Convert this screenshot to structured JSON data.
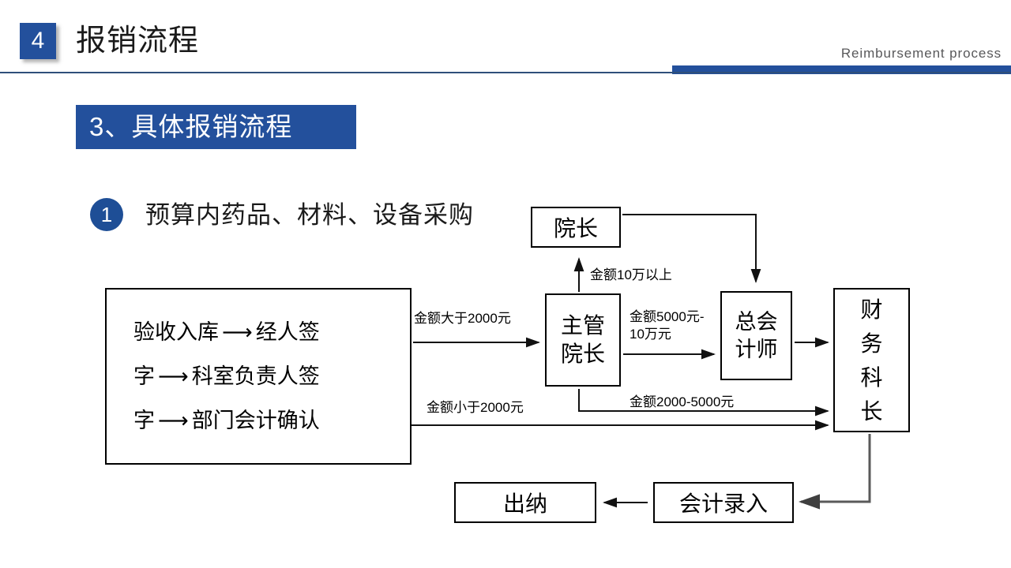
{
  "header": {
    "number": "4",
    "title": "报销流程",
    "subtitle": "Reimbursement process",
    "accent_color": "#23509c",
    "rule_color": "#2f4f7a",
    "subtitle_color": "#58585a"
  },
  "section": {
    "title": "3、具体报销流程",
    "bg_color": "#23509c",
    "text_color": "#ffffff"
  },
  "item": {
    "number": "1",
    "label": "预算内药品、材料、设备采购",
    "circle_color": "#1e4e96"
  },
  "flow": {
    "intake_box": {
      "line1_a": "验收入库",
      "line1_arrow": "⟶",
      "line1_b": "经人签",
      "line2_a": "字",
      "line2_arrow": "⟶",
      "line2_b": "科室负责人签",
      "line3_a": "字",
      "line3_arrow": "⟶",
      "line3_b": "部门会计确认"
    },
    "nodes": {
      "yuanzhang": "院长",
      "zhuguan_yuanzhang": "主管\n院长",
      "zhuguan_line1": "主管",
      "zhuguan_line2": "院长",
      "zongkuaijishi_line1": "总会",
      "zongkuaijishi_line2": "计师",
      "caiwukezhang_chars": [
        "财",
        "务",
        "科",
        "长"
      ],
      "chuna": "出纳",
      "kuaiji_luru": "会计录入"
    },
    "edge_labels": {
      "above_100k": "金额10万以上",
      "over_2000": "金额大于2000元",
      "between_5000_100k_line1": "金额5000元-",
      "between_5000_100k_line2": "10万元",
      "under_2000": "金额小于2000元",
      "between_2000_5000": "金额2000-5000元"
    }
  }
}
